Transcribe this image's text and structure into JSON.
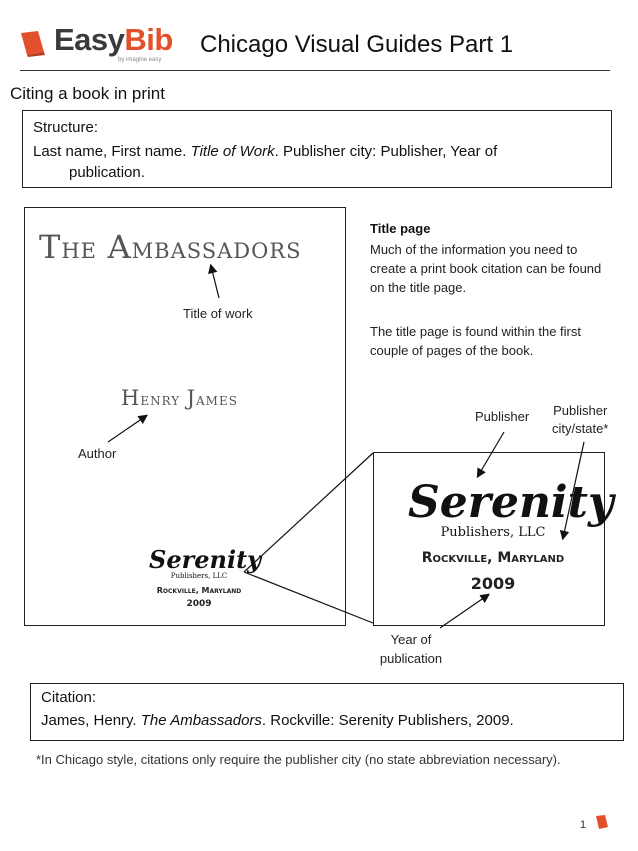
{
  "brand": {
    "logo_prefix": "Easy",
    "logo_suffix": "Bib",
    "logo_sub": "by imagine easy",
    "accent_color": "#e2512b"
  },
  "header": {
    "title": "Chicago Visual Guides Part 1"
  },
  "section": {
    "heading": "Citing a book in print"
  },
  "structure": {
    "label": "Structure:",
    "line1_prefix": "Last name, First name. ",
    "line1_title": "Title of Work",
    "line1_suffix": ". Publisher city: Publisher, Year of",
    "line2": "publication."
  },
  "title_page_image": {
    "book_title": "The Ambassadors",
    "author": "Henry James",
    "publisher_logo": "Serenity",
    "publisher_sub": "Publishers, LLC",
    "publisher_city": "Rockville, Maryland",
    "year": "2009"
  },
  "callouts": {
    "title_of_work": "Title of work",
    "author": "Author",
    "publisher": "Publisher",
    "publisher_city_line1": "Publisher",
    "publisher_city_line2": "city/state*",
    "year_line1": "Year of",
    "year_line2": "publication"
  },
  "info": {
    "heading": "Title page",
    "paragraph1": "Much of the information you need to create a print book citation can be found on the title page.",
    "paragraph2": "The title page is found within the first couple of pages of the book."
  },
  "citation": {
    "label": "Citation:",
    "prefix": "James, Henry. ",
    "title": "The Ambassadors",
    "suffix": ". Rockville: Serenity Publishers, 2009."
  },
  "footnote": "*In Chicago style, citations only require the publisher city (no state abbreviation necessary).",
  "page_number": "1"
}
